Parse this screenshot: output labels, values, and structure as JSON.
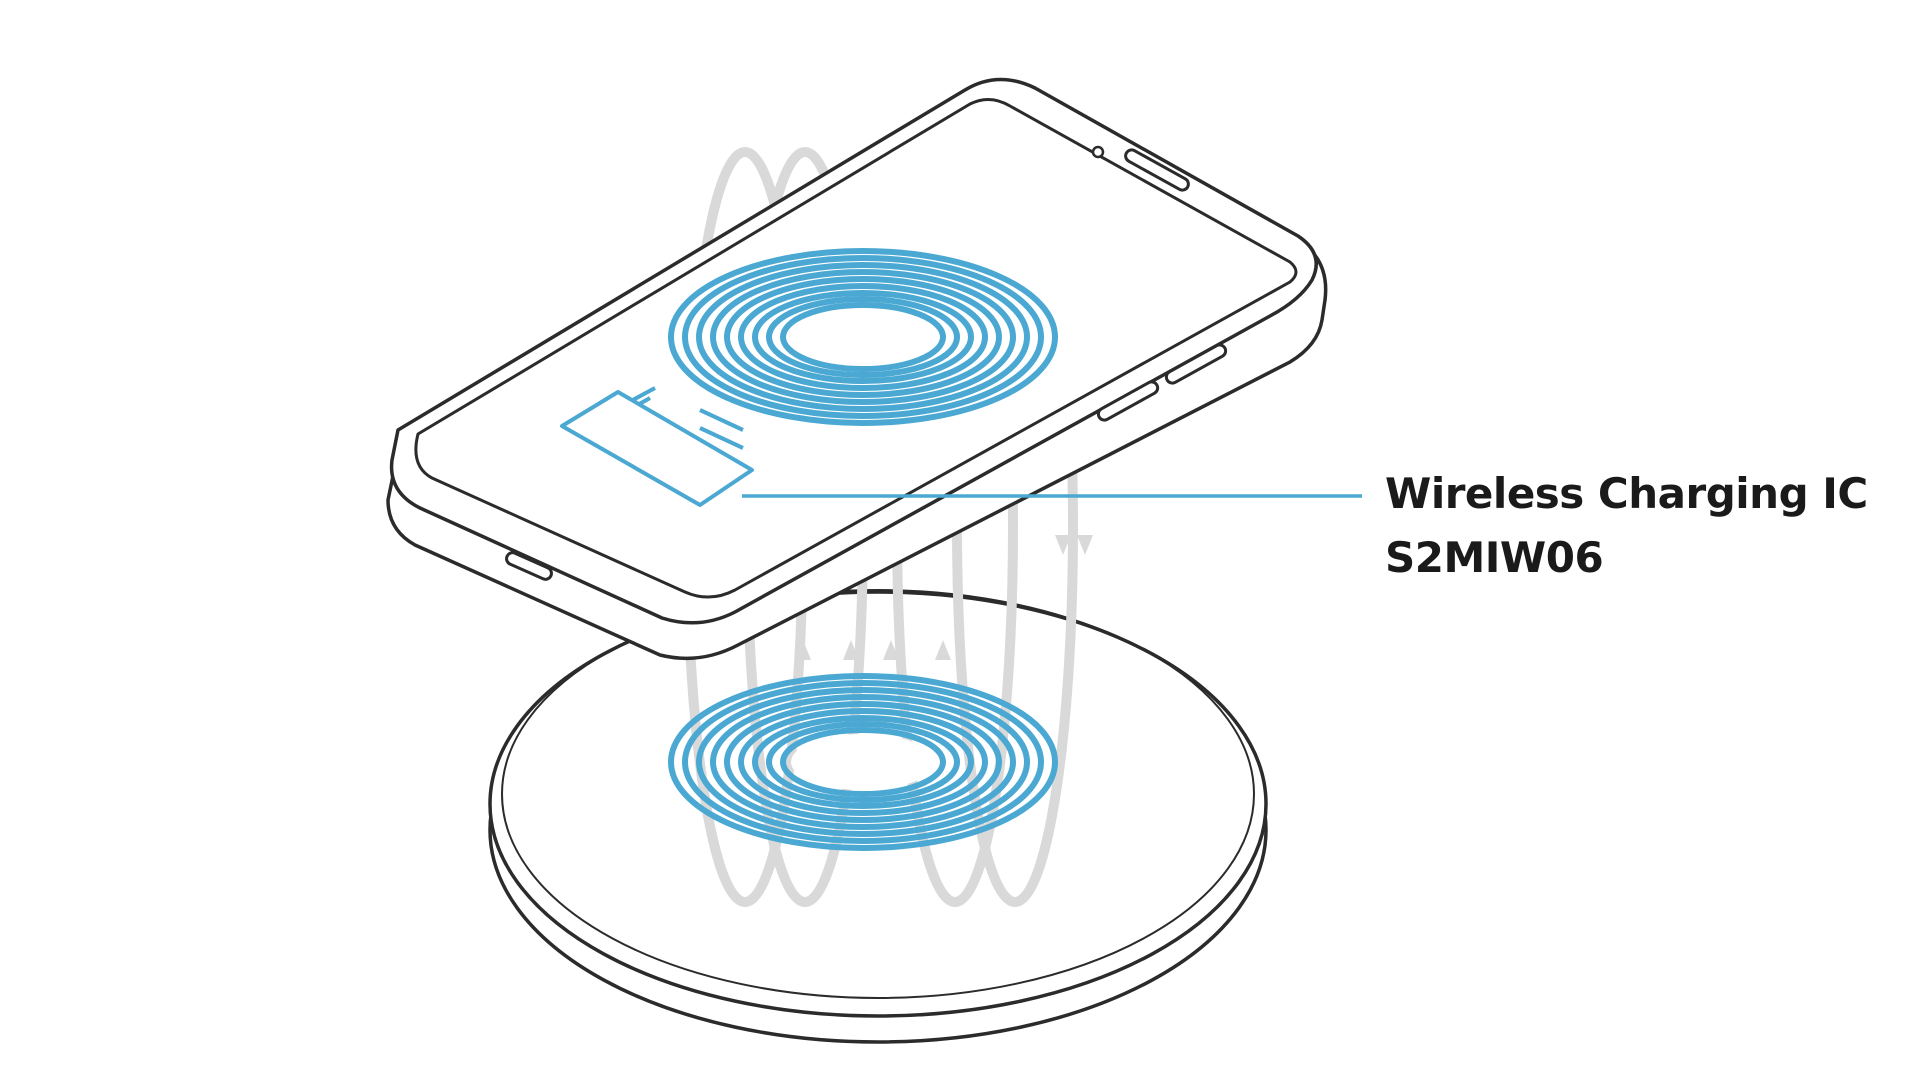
{
  "callout": {
    "title": "Wireless Charging IC",
    "part_number": "S2MIW06"
  },
  "colors": {
    "coil": "#4aa8d2",
    "outline": "#2b2b2b",
    "field_lines": "#d9d9d9",
    "pad_fill": "#ffffff",
    "leader_line": "#4aa8d2",
    "text": "#1a1a1a"
  },
  "icons": {
    "phone": "smartphone-outline",
    "pad": "wireless-charging-pad",
    "coil": "induction-coil",
    "field": "magnetic-field-lines",
    "chip": "charging-ic-chip"
  }
}
